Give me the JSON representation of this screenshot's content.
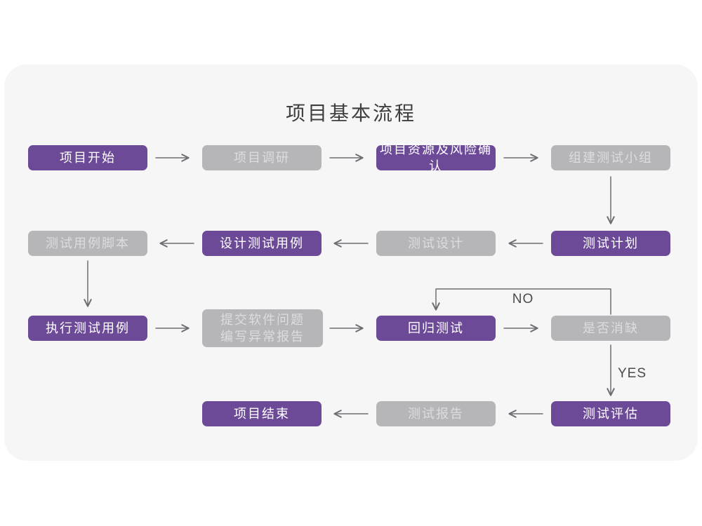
{
  "title": "项目基本流程",
  "colors": {
    "accent-purple": "#6c4a97",
    "box-gray": "#b6b5b7",
    "card-bg": "#f6f6f7",
    "page-bg": "#ffffff",
    "text-on-purple": "#ffffff",
    "text-on-gray": "#dddcde",
    "arrow-stroke": "#6f6d72",
    "title-color": "#3e3e3e",
    "label-color": "#4b4b4b"
  },
  "nodes": [
    {
      "id": "project-start",
      "label": "项目开始",
      "type": "primary"
    },
    {
      "id": "project-research",
      "label": "项目调研",
      "type": "secondary"
    },
    {
      "id": "resource-risk-confirm",
      "label": "项目资源及风险确认",
      "type": "primary"
    },
    {
      "id": "build-test-team",
      "label": "组建测试小组",
      "type": "secondary"
    },
    {
      "id": "test-plan",
      "label": "测试计划",
      "type": "primary"
    },
    {
      "id": "test-design",
      "label": "测试设计",
      "type": "secondary"
    },
    {
      "id": "design-test-cases",
      "label": "设计测试用例",
      "type": "primary"
    },
    {
      "id": "test-case-script",
      "label": "测试用例脚本",
      "type": "secondary"
    },
    {
      "id": "run-test-cases",
      "label": "执行测试用例",
      "type": "primary"
    },
    {
      "id": "submit-issue-report",
      "label": "提交软件问题\n编写异常报告",
      "type": "secondary"
    },
    {
      "id": "regression-test",
      "label": "回归测试",
      "type": "primary"
    },
    {
      "id": "defect-cleared",
      "label": "是否消缺",
      "type": "secondary"
    },
    {
      "id": "test-evaluation",
      "label": "测试评估",
      "type": "primary"
    },
    {
      "id": "test-report",
      "label": "测试报告",
      "type": "secondary"
    },
    {
      "id": "project-end",
      "label": "项目结束",
      "type": "primary"
    }
  ],
  "edge_labels": {
    "no": "NO",
    "yes": "YES"
  }
}
